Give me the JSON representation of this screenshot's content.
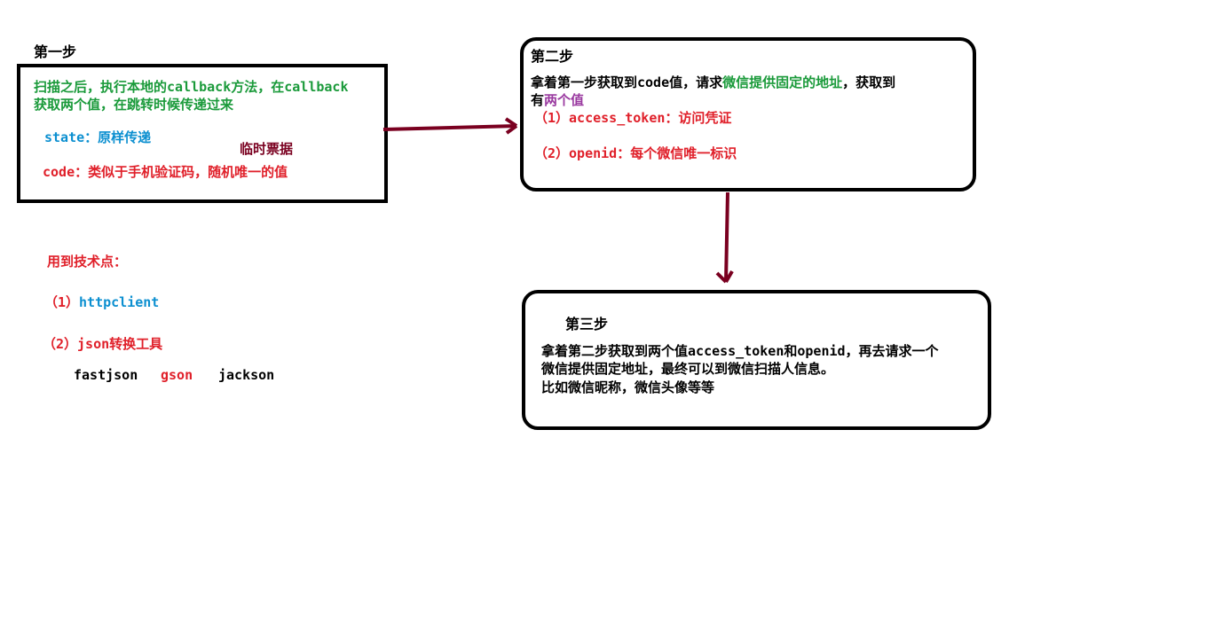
{
  "step1": {
    "title": "第一步",
    "desc_line1": "扫描之后，执行本地的callback方法，在callback",
    "desc_line2": "获取两个值，在跳转时候传递过来",
    "state": "state：原样传递",
    "temp_note": "临时票据",
    "code": "code：类似于手机验证码，随机唯一的值"
  },
  "tech": {
    "title": "用到技术点：",
    "item1_prefix": "（1）",
    "item1_name": "httpclient",
    "item2": "（2）json转换工具",
    "libs": [
      "fastjson",
      "gson",
      "jackson"
    ]
  },
  "step2": {
    "title": "第二步",
    "line1_a": "拿着第一步获取到code值，请求",
    "line1_b": "微信提供固定的地址",
    "line1_c": "，获取到",
    "line2_a": "有",
    "line2_b": "两个值",
    "item1": "（1）access_token：访问凭证",
    "item2": "（2）openid：每个微信唯一标识"
  },
  "step3": {
    "title": "第三步",
    "line1": "拿着第二步获取到两个值access_token和openid，再去请求一个",
    "line2": "微信提供固定地址，最终可以到微信扫描人信息。",
    "line3": "比如微信昵称，微信头像等等"
  },
  "colors": {
    "green": "#1a9a3a",
    "blue": "#0b8fd0",
    "red": "#e0202a",
    "purple": "#9a3aa0",
    "arrow": "#7a0020"
  }
}
